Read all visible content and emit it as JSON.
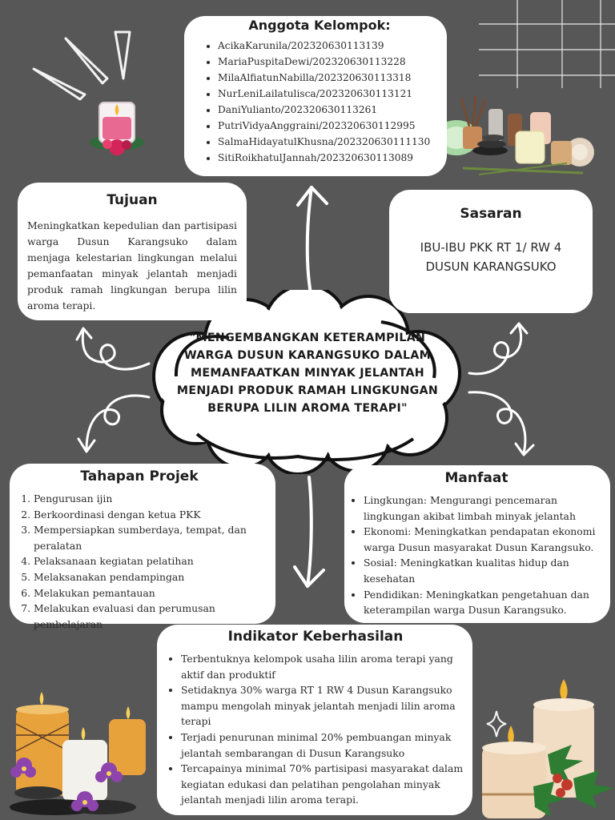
{
  "members": {
    "title": "Anggota Kelompok:",
    "items": [
      "AcikaKarunila/202320630113139",
      "MariaPuspitaDewi/202320630113228",
      "MilaAlfiatunNabilla/202320630113318",
      "NurLeniLailatulisca/202320630113121",
      "DaniYulianto/202320630113261",
      "PutriVidyaAnggraini/202320630112995",
      "SalmaHidayatulKhusna/202320630111130",
      "SitiRoikhatulJannah/202320630113089"
    ]
  },
  "goal": {
    "title": "Tujuan",
    "text": "Meningkatkan kepedulian dan partisipasi warga Dusun Karangsuko dalam menjaga kelestarian lingkungan melalui pemanfaatan minyak jelantah menjadi produk ramah lingkungan berupa lilin aroma terapi."
  },
  "target": {
    "title": "Sasaran",
    "line1": "IBU-IBU PKK RT 1/ RW 4",
    "line2": "DUSUN KARANGSUKO"
  },
  "slogan": "\"MENGEMBANGKAN KETERAMPILAN WARGA DUSUN KARANGSUKO DALAM MEMANFAATKAN MINYAK JELANTAH MENJADI PRODUK RAMAH LINGKUNGAN BERUPA LILIN AROMA TERAPI\"",
  "stages": {
    "title": "Tahapan Projek",
    "items": [
      "Pengurusan ijin",
      "Berkoordinasi dengan ketua PKK",
      "Mempersiapkan sumberdaya, tempat, dan peralatan",
      "Pelaksanaan kegiatan pelatihan",
      "Melaksanakan pendampingan",
      "Melakukan pemantauan",
      "Melakukan evaluasi dan perumusan pembelajaran"
    ]
  },
  "benefits": {
    "title": "Manfaat",
    "items": [
      "Lingkungan: Mengurangi pencemaran lingkungan akibat limbah minyak jelantah",
      "Ekonomi: Meningkatkan pendapatan ekonomi warga Dusun masyarakat Dusun Karangsuko.",
      "Sosial: Meningkatkan kualitas hidup dan kesehatan",
      "Pendidikan: Meningkatkan pengetahuan dan keterampilan warga Dusun Karangsuko."
    ]
  },
  "indicators": {
    "title": "Indikator Keberhasilan",
    "items": [
      "Terbentuknya kelompok usaha lilin aroma terapi yang aktif dan produktif",
      "Setidaknya 30% warga RT 1 RW 4 Dusun Karangsuko mampu mengolah minyak jelantah menjadi lilin aroma terapi",
      "Terjadi penurunan minimal 20% pembuangan minyak jelantah sembarangan di Dusun Karangsuko",
      "Tercapainya minimal 70% partisipasi masyarakat dalam kegiatan edukasi dan pelatihan pengolahan minyak jelantah menjadi lilin aroma terapi."
    ]
  },
  "colors": {
    "background": "#575757",
    "card": "#ffffff",
    "candle_orange": "#e8a23c",
    "flower_purple": "#8e44ad",
    "holly_red": "#c0392b"
  },
  "icons": [
    "candle-jar-icon",
    "spa-set-icon",
    "candles-cluster-icon",
    "holly-candles-icon",
    "sparkle-icon",
    "up-arrow-icon",
    "down-arrow-icon",
    "curl-arrow-icon"
  ]
}
